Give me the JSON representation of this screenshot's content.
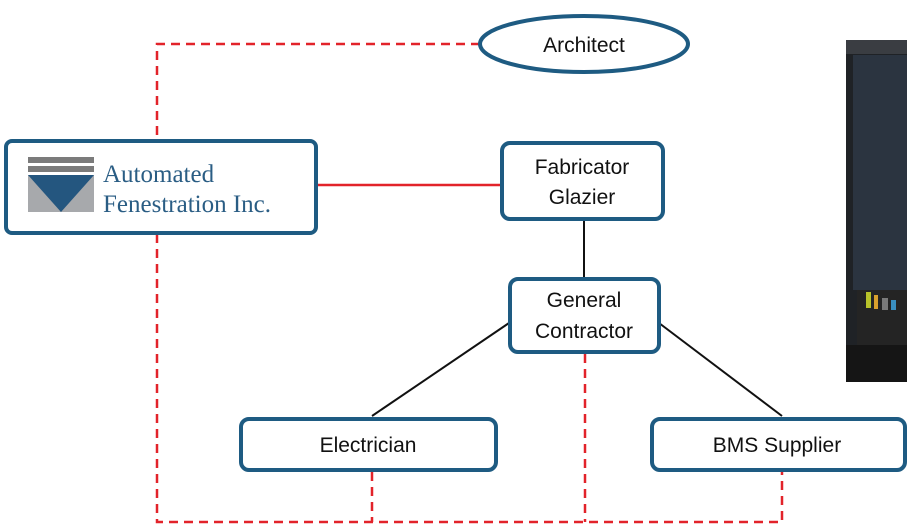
{
  "diagram": {
    "nodes": {
      "architect": {
        "label": "Architect"
      },
      "fabricator": {
        "line1": "Fabricator",
        "line2": "Glazier"
      },
      "general_contractor": {
        "line1": "General",
        "line2": "Contractor"
      },
      "electrician": {
        "label": "Electrician"
      },
      "bms_supplier": {
        "label": "BMS Supplier"
      }
    },
    "logo": {
      "line1": "Automated",
      "line2": "Fenestration Inc."
    },
    "colors": {
      "node_border": "#1e5b82",
      "dashed_link": "#e2232a",
      "solid_link": "#e2232a",
      "tree_link": "#111111",
      "logo_text": "#2a5d84"
    }
  }
}
